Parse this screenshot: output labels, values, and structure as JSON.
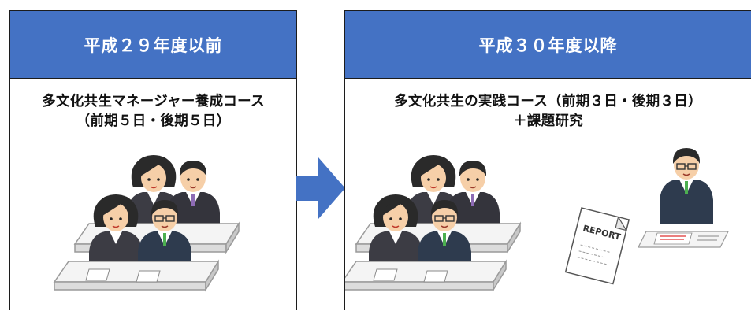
{
  "colors": {
    "header_bg": "#4472c4",
    "arrow": "#4472c4",
    "border": "#1c1c1c"
  },
  "before": {
    "title": "平成２９年度以前",
    "line1": "多文化共生マネージャー養成コース",
    "line2": "（前期５日・後期５日）"
  },
  "after": {
    "title": "平成３０年度以降",
    "line1": "多文化共生の実践コース（前期３日・後期３日）",
    "line2": "＋課題研究",
    "report_label": "REPORT"
  }
}
